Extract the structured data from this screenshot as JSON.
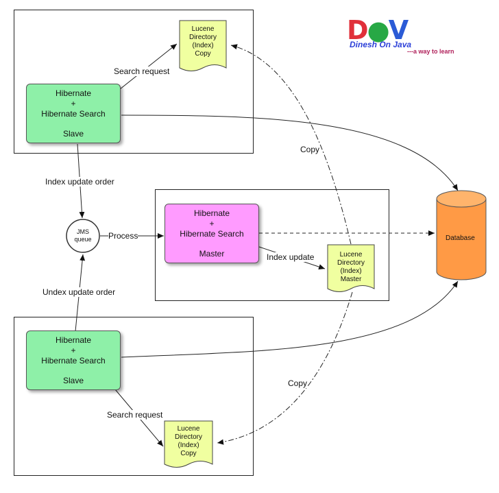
{
  "logo": {
    "mark": "DOV",
    "name": "Dinesh On Java",
    "tagline": "---a way to learn"
  },
  "nodes": {
    "top_slave": {
      "line1": "Hibernate",
      "line2": "+",
      "line3": "Hibernate Search",
      "role": "Slave"
    },
    "master": {
      "line1": "Hibernate",
      "line2": "+",
      "line3": "Hibernate Search",
      "role": "Master"
    },
    "bottom_slave": {
      "line1": "Hibernate",
      "line2": "+",
      "line3": "Hibernate Search",
      "role": "Slave"
    },
    "jms": {
      "line1": "JMS",
      "line2": "queue"
    },
    "database": {
      "label": "Database"
    }
  },
  "documents": {
    "top_copy": {
      "l1": "Lucene",
      "l2": "Directory",
      "l3": "(Index)",
      "l4": "Copy"
    },
    "master_index": {
      "l1": "Lucene",
      "l2": "Directory",
      "l3": "(Index)",
      "l4": "Master"
    },
    "bottom_copy": {
      "l1": "Lucene",
      "l2": "Directory",
      "l3": "(Index)",
      "l4": "Copy"
    }
  },
  "edges": {
    "search_request_top": "Search request",
    "index_update_order": "Index update order",
    "process": "Process",
    "index_update": "Index update",
    "undex_update_order": "Undex update order",
    "copy_top": "Copy",
    "copy_bottom": "Copy",
    "search_request_bottom": "Search request"
  },
  "colors": {
    "slave_fill": "#8ef0a8",
    "master_fill": "#ff9bff",
    "document_fill": "#f0ffa0",
    "database_fill": "#ff9a45"
  }
}
